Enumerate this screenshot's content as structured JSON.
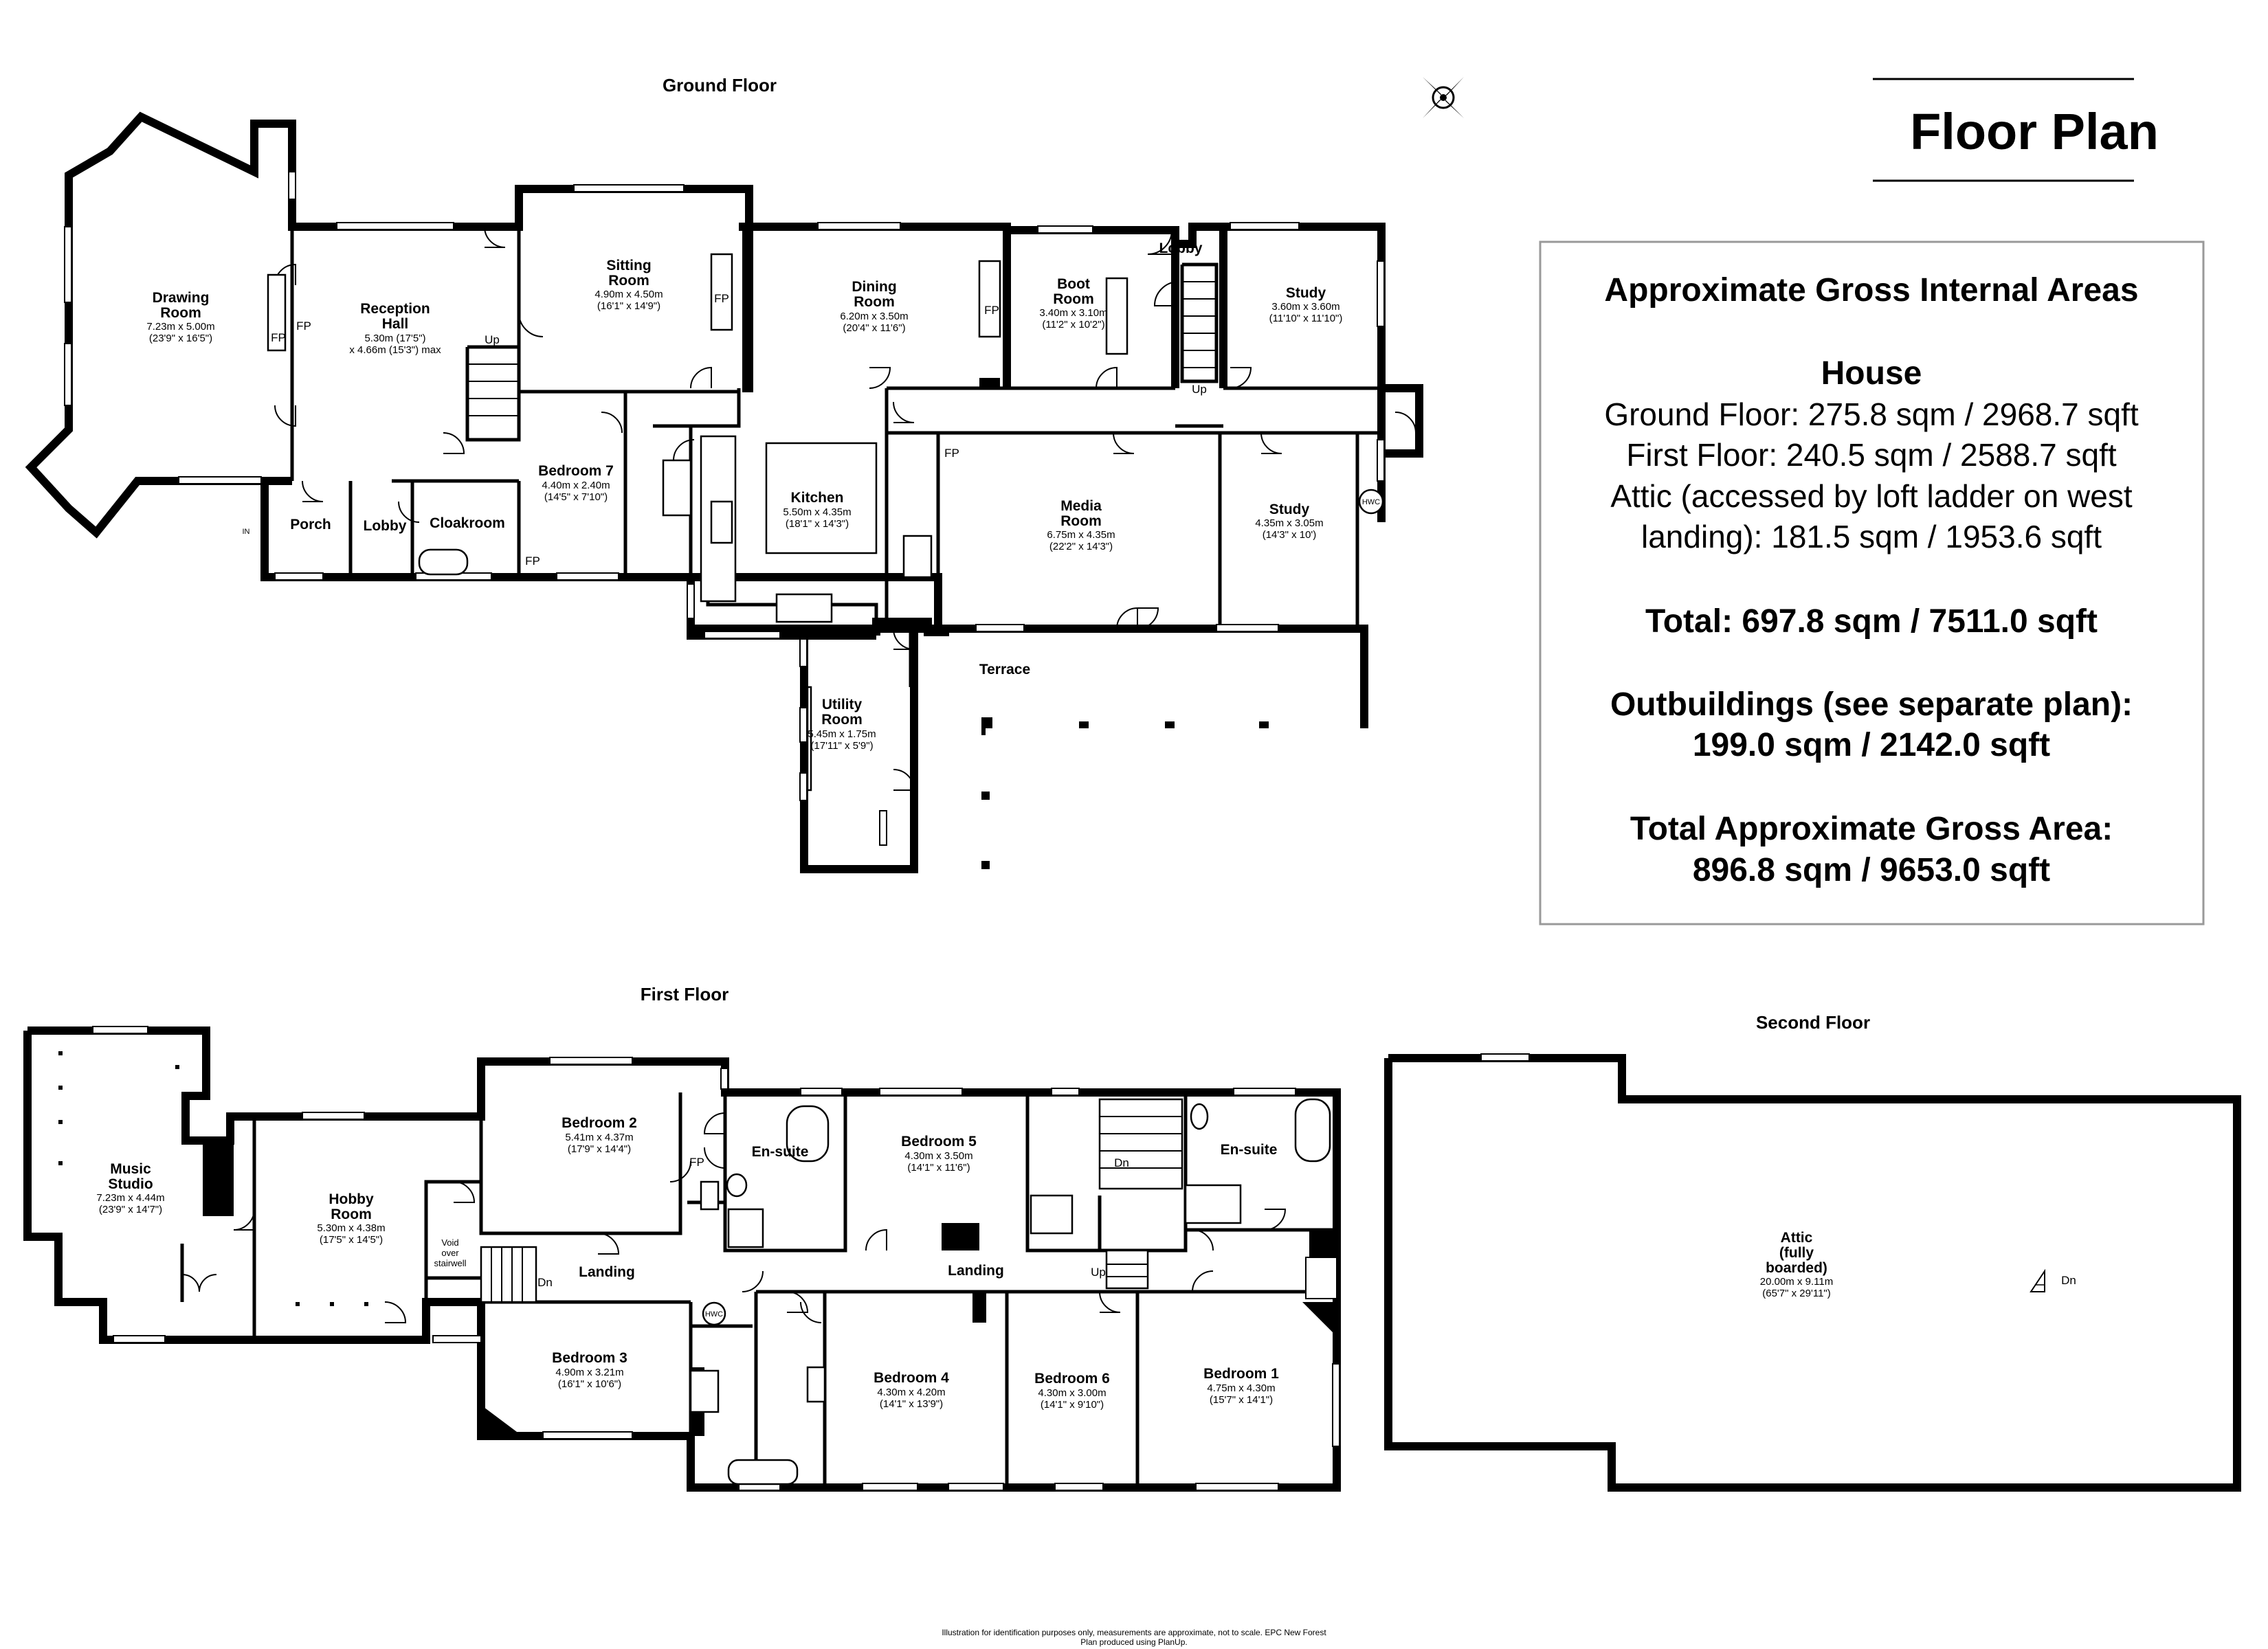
{
  "title": "Floor Plan",
  "floors": {
    "ground": "Ground Floor",
    "first": "First Floor",
    "second": "Second Floor"
  },
  "areas": {
    "heading": "Approximate Gross Internal Areas",
    "house_heading": "House",
    "ground_line": "Ground Floor: 275.8 sqm / 2968.7 sqft",
    "first_line": "First Floor: 240.5 sqm / 2588.7 sqft",
    "attic_line_1": "Attic (accessed by loft ladder on west",
    "attic_line_2": "landing): 181.5 sqm / 1953.6 sqft",
    "total": "Total: 697.8 sqm / 7511.0 sqft",
    "outbuildings_1": "Outbuildings (see separate plan):",
    "outbuildings_2": "199.0 sqm / 2142.0 sqft",
    "gross_1": "Total Approximate Gross Area:",
    "gross_2": "896.8 sqm / 9653.0 sqft"
  },
  "ground_rooms": {
    "drawing": {
      "n1": "Drawing",
      "n2": "Room",
      "d1": "7.23m x 5.00m",
      "d2": "(23'9\" x 16'5\")"
    },
    "reception": {
      "n1": "Reception",
      "n2": "Hall",
      "d1": "5.30m (17'5\")",
      "d2": "x 4.66m (15'3\") max"
    },
    "sitting": {
      "n1": "Sitting",
      "n2": "Room",
      "d1": "4.90m x 4.50m",
      "d2": "(16'1\" x 14'9\")"
    },
    "dining": {
      "n1": "Dining",
      "n2": "Room",
      "d1": "6.20m x 3.50m",
      "d2": "(20'4\" x 11'6\")"
    },
    "boot": {
      "n1": "Boot",
      "n2": "Room",
      "d1": "3.40m x 3.10m",
      "d2": "(11'2\" x 10'2\")"
    },
    "lobby_n": "Lobby",
    "study_n": {
      "n1": "Study",
      "d1": "3.60m x 3.60m",
      "d2": "(11'10\" x 11'10\")"
    },
    "bedroom7": {
      "n1": "Bedroom 7",
      "d1": "4.40m x 2.40m",
      "d2": "(14'5\" x 7'10\")"
    },
    "kitchen": {
      "n1": "Kitchen",
      "d1": "5.50m x 4.35m",
      "d2": "(18'1\" x 14'3\")"
    },
    "media": {
      "n1": "Media",
      "n2": "Room",
      "d1": "6.75m x 4.35m",
      "d2": "(22'2\" x 14'3\")"
    },
    "study_s": {
      "n1": "Study",
      "d1": "4.35m x 3.05m",
      "d2": "(14'3\" x 10')"
    },
    "porch": "Porch",
    "lobby_w": "Lobby",
    "cloakroom": "Cloakroom",
    "utility": {
      "n1": "Utility",
      "n2": "Room",
      "d1": "5.45m x 1.75m",
      "d2": "(17'11\" x 5'9\")"
    },
    "terrace": "Terrace"
  },
  "first_rooms": {
    "music": {
      "n1": "Music",
      "n2": "Studio",
      "d1": "7.23m x 4.44m",
      "d2": "(23'9\" x 14'7\")"
    },
    "hobby": {
      "n1": "Hobby",
      "n2": "Room",
      "d1": "5.30m x 4.38m",
      "d2": "(17'5\" x 14'5\")"
    },
    "bedroom2": {
      "n1": "Bedroom 2",
      "d1": "5.41m x 4.37m",
      "d2": "(17'9\" x 14'4\")"
    },
    "ensuite_w": "En-suite",
    "bedroom5": {
      "n1": "Bedroom 5",
      "d1": "4.30m x 3.50m",
      "d2": "(14'1\" x 11'6\")"
    },
    "ensuite_e": "En-suite",
    "landing_w": "Landing",
    "landing_e": "Landing",
    "bedroom3": {
      "n1": "Bedroom 3",
      "d1": "4.90m x 3.21m",
      "d2": "(16'1\" x 10'6\")"
    },
    "bedroom4": {
      "n1": "Bedroom 4",
      "d1": "4.30m x 4.20m",
      "d2": "(14'1\" x 13'9\")"
    },
    "bedroom6": {
      "n1": "Bedroom 6",
      "d1": "4.30m x 3.00m",
      "d2": "(14'1\" x 9'10\")"
    },
    "bedroom1": {
      "n1": "Bedroom 1",
      "d1": "4.75m x 4.30m",
      "d2": "(15'7\" x 14'1\")"
    },
    "void": {
      "l1": "Void",
      "l2": "over",
      "l3": "stairwell"
    }
  },
  "second_rooms": {
    "attic": {
      "n1": "Attic",
      "n2": "(fully",
      "n3": "boarded)",
      "d1": "20.00m x 9.11m",
      "d2": "(65'7\" x 29'11\")"
    }
  },
  "marks": {
    "fp": "FP",
    "up": "Up",
    "dn": "Dn",
    "hwc": "HWC",
    "in": "IN"
  },
  "footer": {
    "line1": "Illustration for identification purposes only, measurements are approximate, not to scale. EPC New Forest",
    "line2": "Plan produced using PlanUp."
  }
}
